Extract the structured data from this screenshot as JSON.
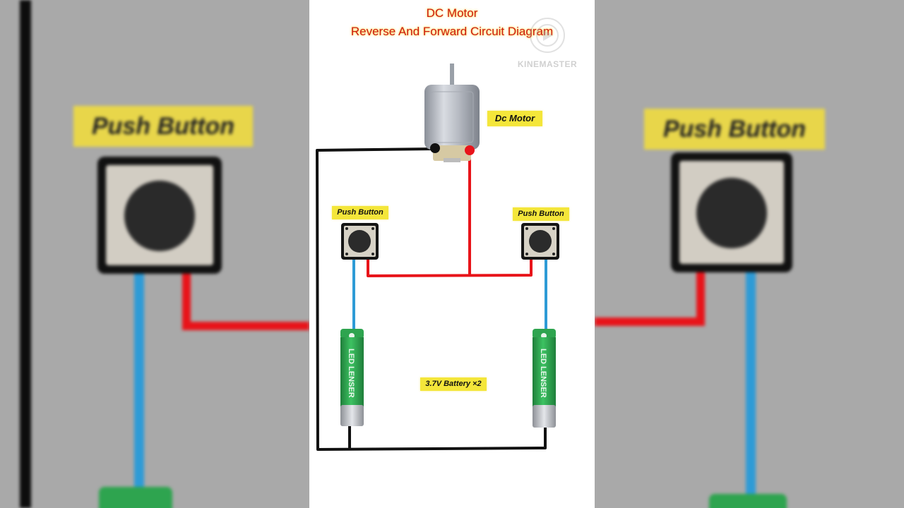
{
  "header": {
    "title_line1": "DC Motor",
    "title_line2": "Reverse And Forward Circuit Diagram"
  },
  "watermark": {
    "text": "KINEMASTER"
  },
  "labels": {
    "motor": "Dc Motor",
    "push_button_left": "Push Button",
    "push_button_right": "Push Button",
    "battery": "3.7V Battery ×2"
  },
  "battery_brand": "LED LENSER",
  "blurred_background": {
    "left_label": "Push Button",
    "right_label": "Push Button"
  },
  "colors": {
    "wire_black": "#111111",
    "wire_red": "#e8141a",
    "wire_blue": "#2e9bd6",
    "label_yellow": "#f4e63a",
    "title_red": "#cc1a10",
    "battery_green": "#2ea44f"
  }
}
